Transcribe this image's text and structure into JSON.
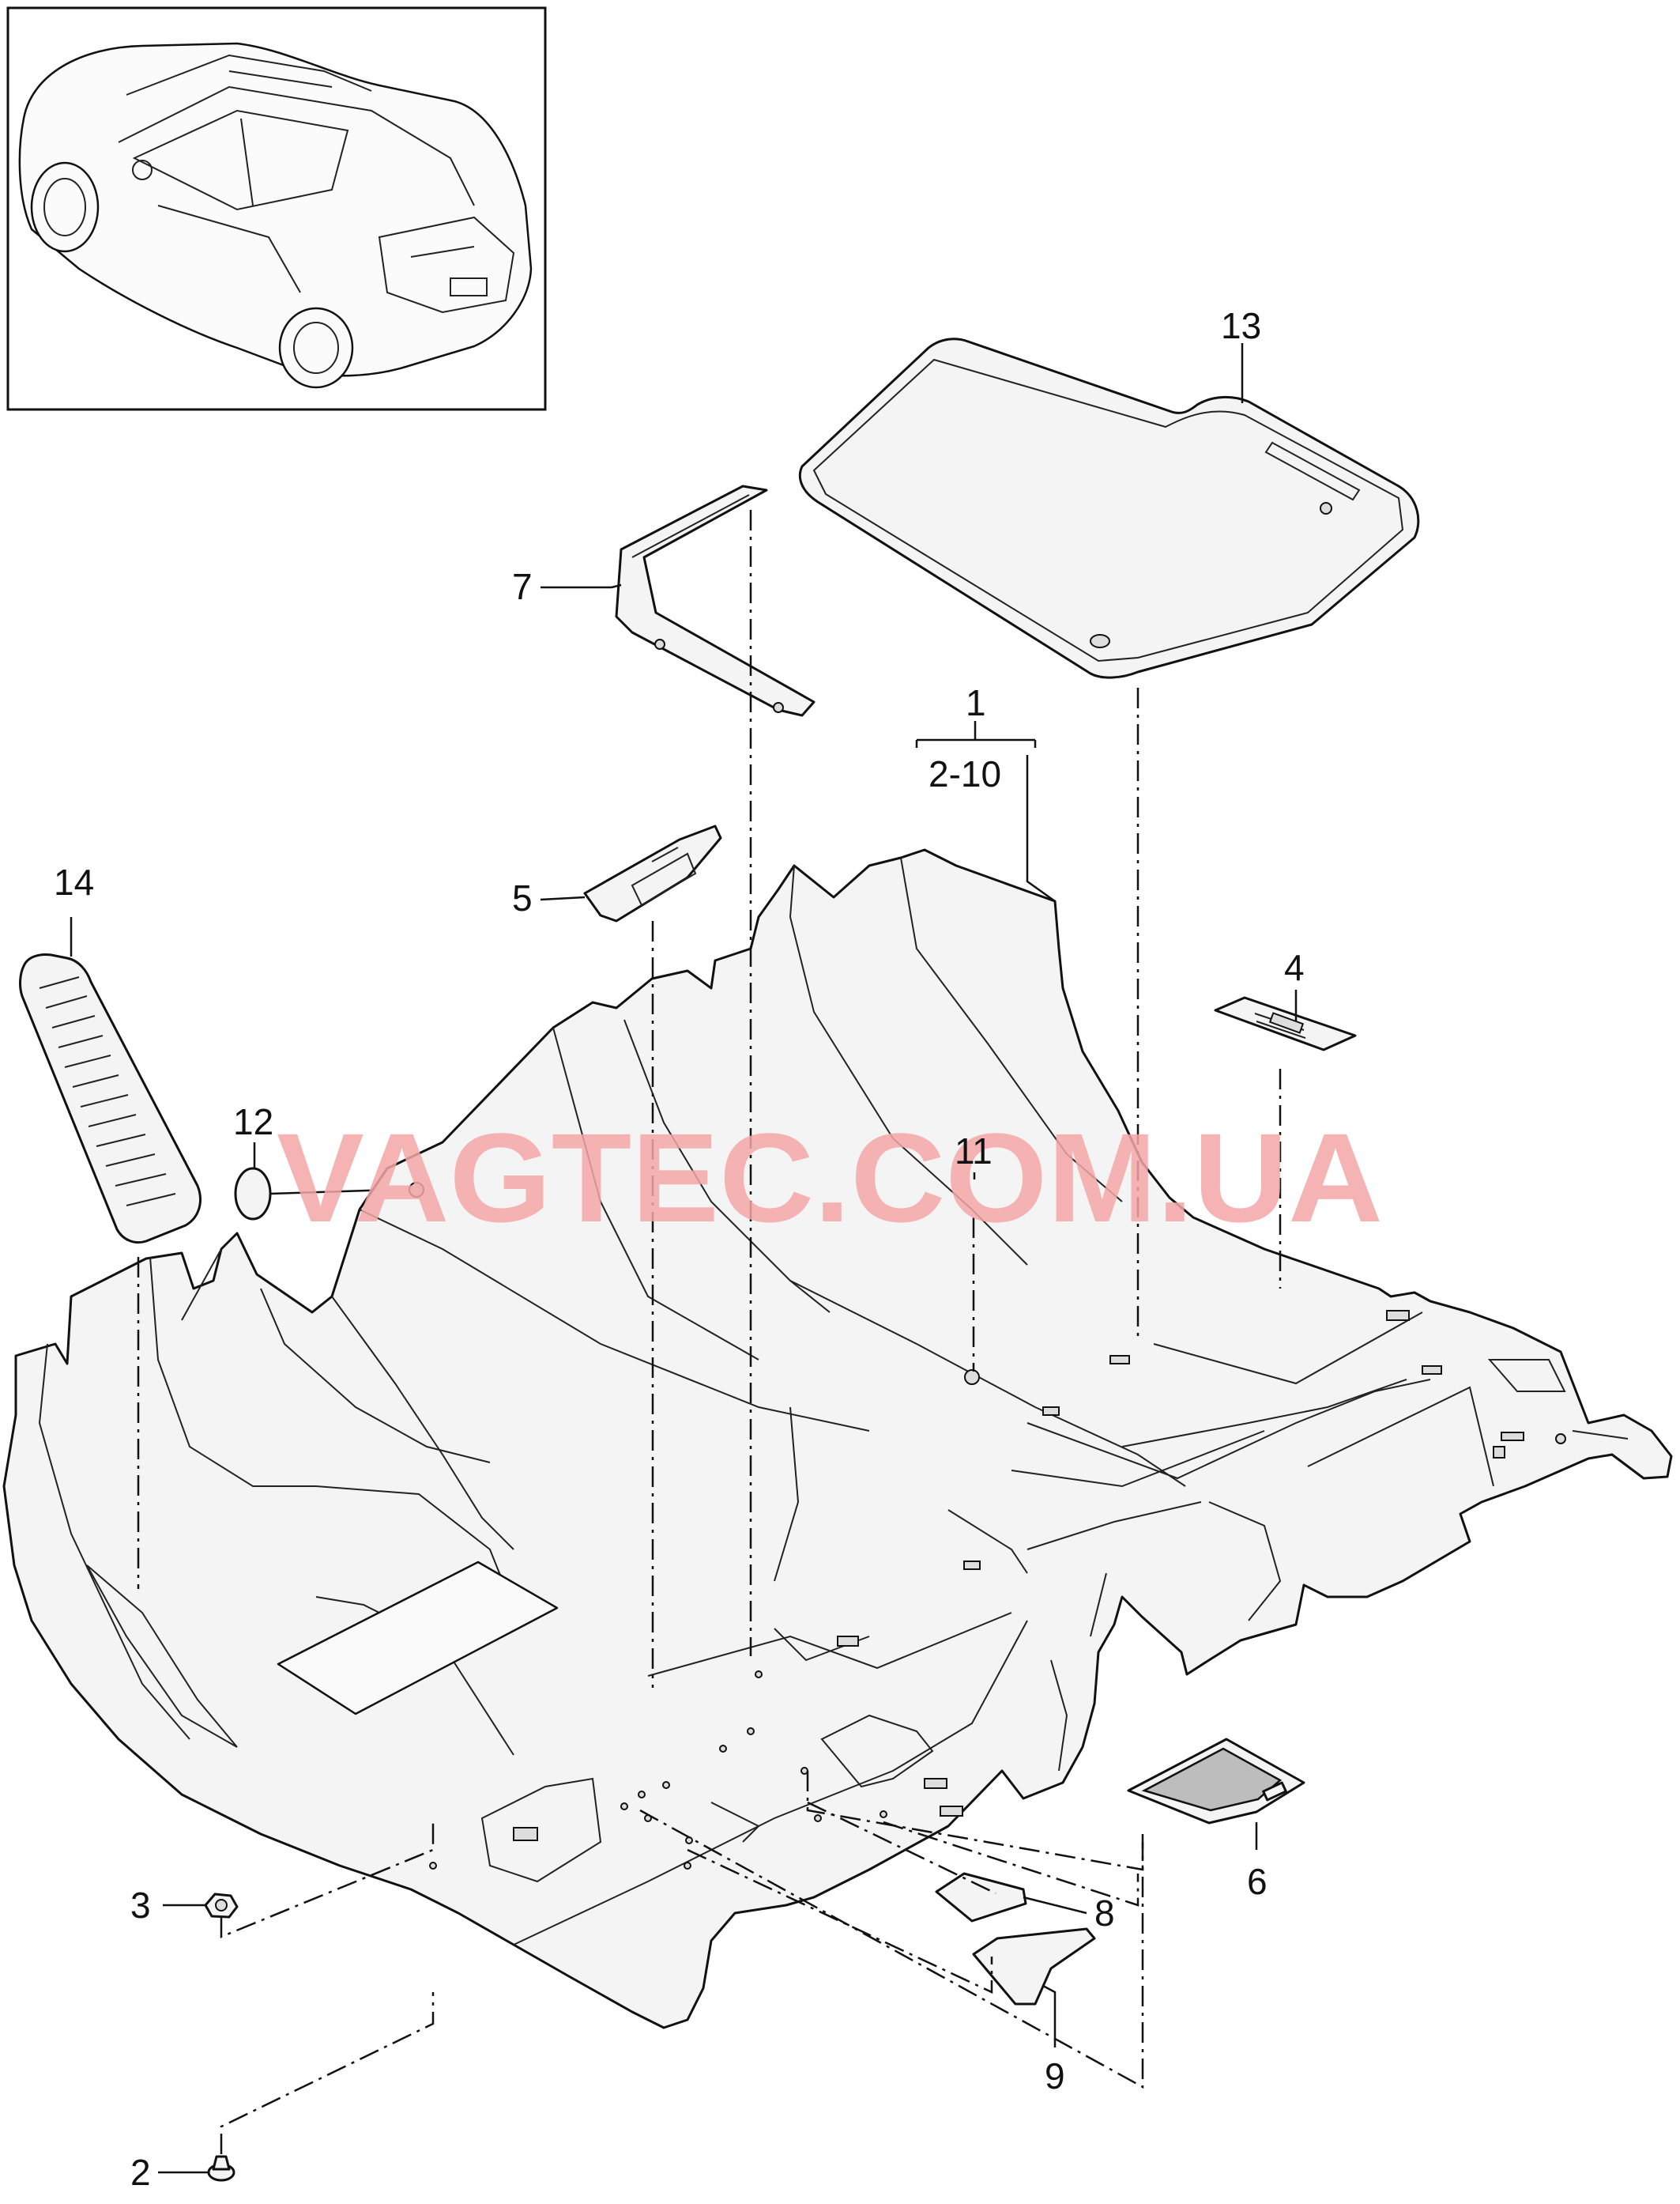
{
  "watermark": {
    "text": "VAGTEC.COM.UA",
    "color": "#f4a6a6"
  },
  "callouts": {
    "c1": "1",
    "c2_10": "2-10",
    "c2": "2",
    "c3": "3",
    "c4": "4",
    "c5": "5",
    "c6": "6",
    "c7": "7",
    "c8": "8",
    "c9": "9",
    "c11": "11",
    "c12": "12",
    "c13": "13",
    "c14": "14"
  },
  "colors": {
    "line": "#111111",
    "part_fill": "#f4f4f4",
    "mesh": "#bdbdbd"
  }
}
